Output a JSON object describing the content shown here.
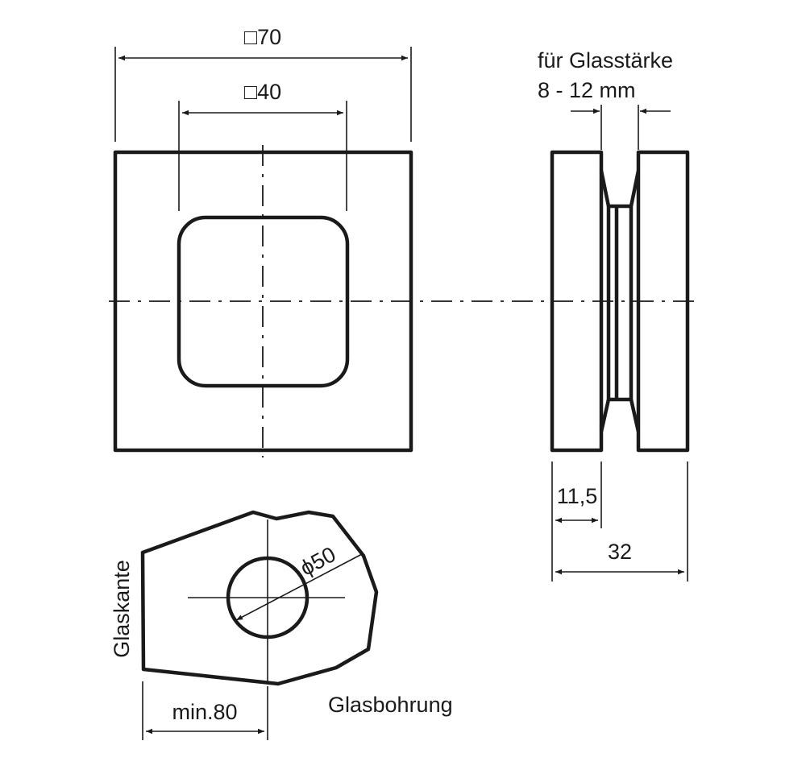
{
  "labels": {
    "outer_square": "□70",
    "inner_square": "□40",
    "glass_thickness_line1": "für Glasstärke",
    "glass_thickness_line2": "8 - 12 mm",
    "plate_thickness": "11,5",
    "total_depth": "32",
    "hole_diameter": "ϕ50",
    "glass_edge": "Glaskante",
    "glass_hole": "Glasbohrung",
    "min_distance": "min.80"
  }
}
